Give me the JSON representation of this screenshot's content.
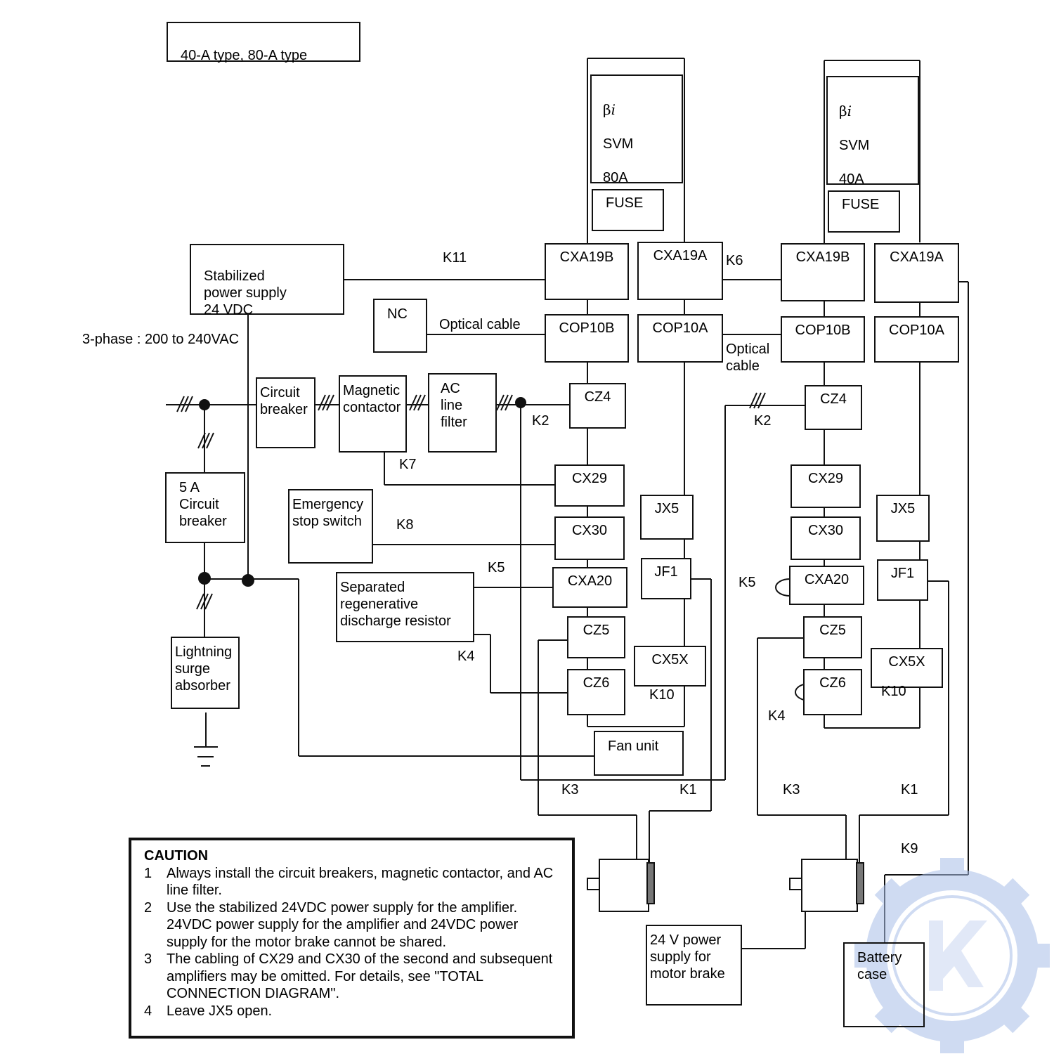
{
  "header": {
    "type_label": "40-A type, 80-A type"
  },
  "supply": {
    "three_phase": "3-phase : 200 to 240VAC",
    "stabilized": "Stabilized\npower supply\n24 VDC"
  },
  "components": {
    "nc": "NC",
    "circuit_breaker": "Circuit\nbreaker",
    "magnetic_contactor": "Magnetic\ncontactor",
    "ac_line_filter": "AC\nline\nfilter",
    "breaker_5a": "5 A\nCircuit\nbreaker",
    "emergency_stop": "Emergency\nstop switch",
    "regen_resistor": "Separated\nregenerative\ndischarge resistor",
    "surge_absorber": "Lightning\nsurge\nabsorber",
    "fan_unit": "Fan unit",
    "brake_supply": "24 V power\nsupply for\nmotor brake",
    "battery_case": "Battery\ncase"
  },
  "amplifiers": [
    {
      "beta": "β",
      "beta_suffix": "i",
      "model": "SVM",
      "rating": "80A",
      "fuse": "FUSE",
      "connectors": {
        "cxa19b": "CXA19B",
        "cxa19a": "CXA19A",
        "cop10b": "COP10B",
        "cop10a": "COP10A",
        "cz4": "CZ4",
        "cx29": "CX29",
        "cx30": "CX30",
        "cxa20": "CXA20",
        "cz5": "CZ5",
        "cz6": "CZ6",
        "jx5": "JX5",
        "jf1": "JF1",
        "cx5x": "CX5X"
      }
    },
    {
      "beta": "β",
      "beta_suffix": "i",
      "model": "SVM",
      "rating": "40A",
      "fuse": "FUSE",
      "connectors": {
        "cxa19b": "CXA19B",
        "cxa19a": "CXA19A",
        "cop10b": "COP10B",
        "cop10a": "COP10A",
        "cz4": "CZ4",
        "cx29": "CX29",
        "cx30": "CX30",
        "cxa20": "CXA20",
        "cz5": "CZ5",
        "cz6": "CZ6",
        "jx5": "JX5",
        "jf1": "JF1",
        "cx5x": "CX5X"
      }
    }
  ],
  "cables": {
    "k11": "K11",
    "k6": "K6",
    "optical_cable": "Optical cable",
    "optical_cable_2": "Optical\ncable",
    "k2a": "K2",
    "k2b": "K2",
    "k7": "K7",
    "k8": "K8",
    "k5a": "K5",
    "k5b": "K5",
    "k4a": "K4",
    "k4b": "K4",
    "k10a": "K10",
    "k10b": "K10",
    "k3a": "K3",
    "k1a": "K1",
    "k3b": "K3",
    "k1b": "K1",
    "k9": "K9"
  },
  "caution": {
    "title": "CAUTION",
    "items": [
      {
        "num": "1",
        "text": "Always install the circuit breakers, magnetic contactor, and AC line filter."
      },
      {
        "num": "2",
        "text": "Use the stabilized 24VDC power supply for the amplifier. 24VDC power supply for the amplifier and 24VDC power supply for the motor brake cannot be shared."
      },
      {
        "num": "3",
        "text": "The cabling of CX29 and CX30 of the second and subsequent amplifiers may be omitted.    For details, see \"TOTAL CONNECTION DIAGRAM\"."
      },
      {
        "num": "4",
        "text": "Leave JX5 open."
      }
    ]
  },
  "colors": {
    "line": "#111111",
    "watermark": "#a9bfe8"
  }
}
